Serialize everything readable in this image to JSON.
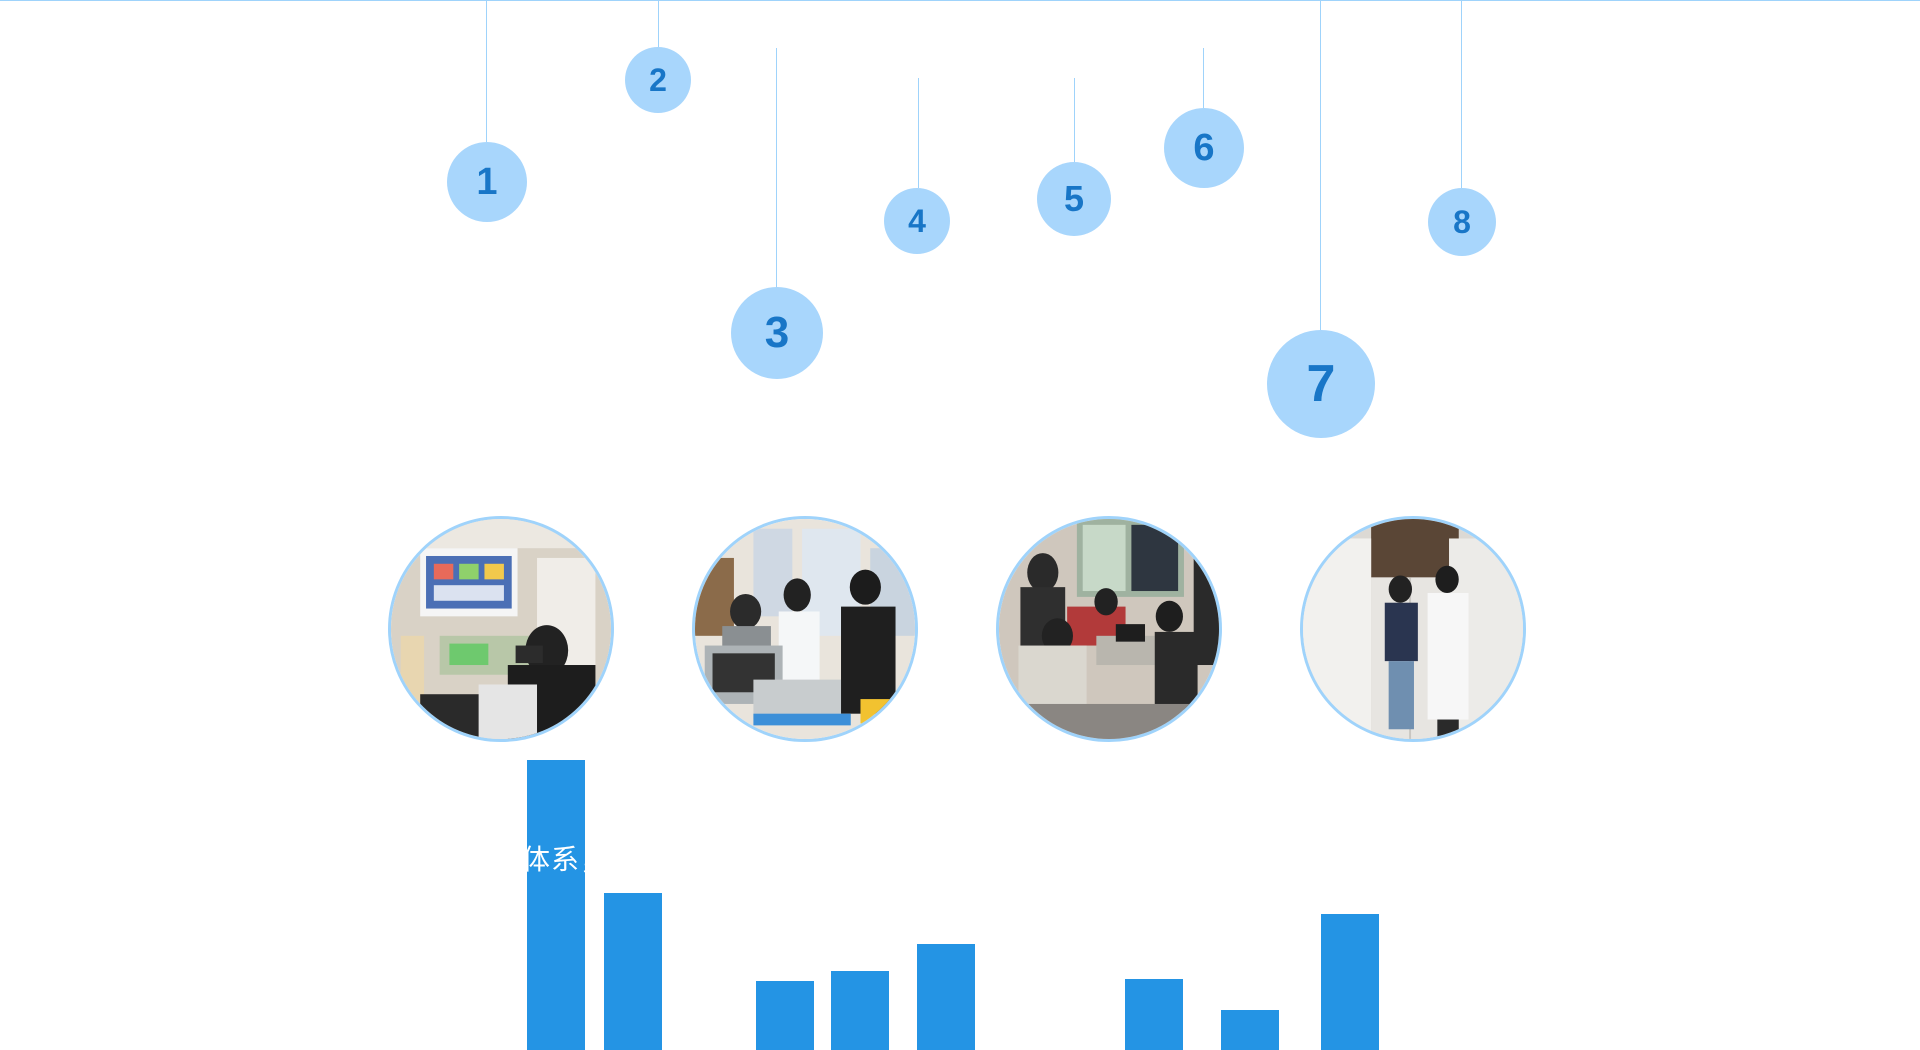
{
  "bubbles": [
    {
      "label": "1"
    },
    {
      "label": "2"
    },
    {
      "label": "3"
    },
    {
      "label": "4"
    },
    {
      "label": "5"
    },
    {
      "label": "6"
    },
    {
      "label": "7"
    },
    {
      "label": "8"
    }
  ],
  "overlay": {
    "text": "体系，"
  },
  "colors": {
    "string": "#9fd3fb",
    "bubble_fill": "#a8d6fc",
    "bubble_text": "#1876c7",
    "bar_fill": "#2494e4",
    "photo_border": "#9fd3fb"
  },
  "photos": [
    {
      "icon": "meeting-room-photo"
    },
    {
      "icon": "lab-demonstration-photo"
    },
    {
      "icon": "office-equipment-photo"
    },
    {
      "icon": "cabinet-inspection-photo"
    }
  ]
}
